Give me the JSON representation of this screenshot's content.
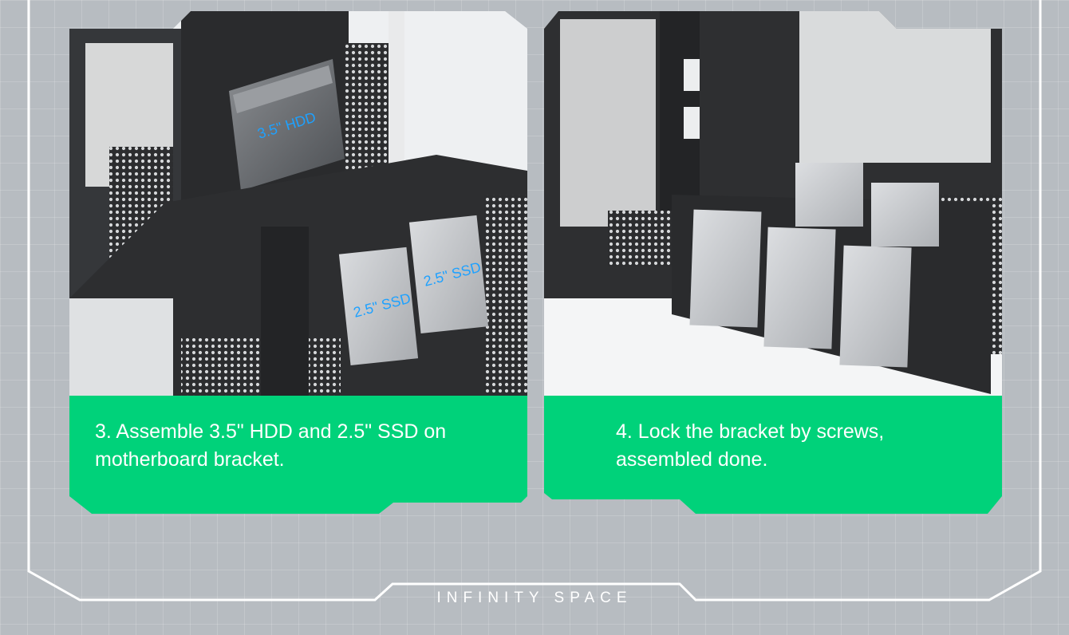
{
  "steps": [
    {
      "caption": "3. Assemble 3.5\" HDD and 2.5\" SSD on motherboard bracket.",
      "labels": {
        "hdd": "3.5\" HDD",
        "ssd_left": "2.5\" SSD",
        "ssd_right": "2.5\" SSD"
      }
    },
    {
      "caption": "4. Lock the bracket by screws, assembled done."
    }
  ],
  "footer": {
    "brand": "INFINITY SPACE"
  },
  "colors": {
    "accent": "#00d27a",
    "background": "#b7bcc1",
    "label_blue": "#1ea1ff",
    "case_black": "#2b2c2e"
  }
}
